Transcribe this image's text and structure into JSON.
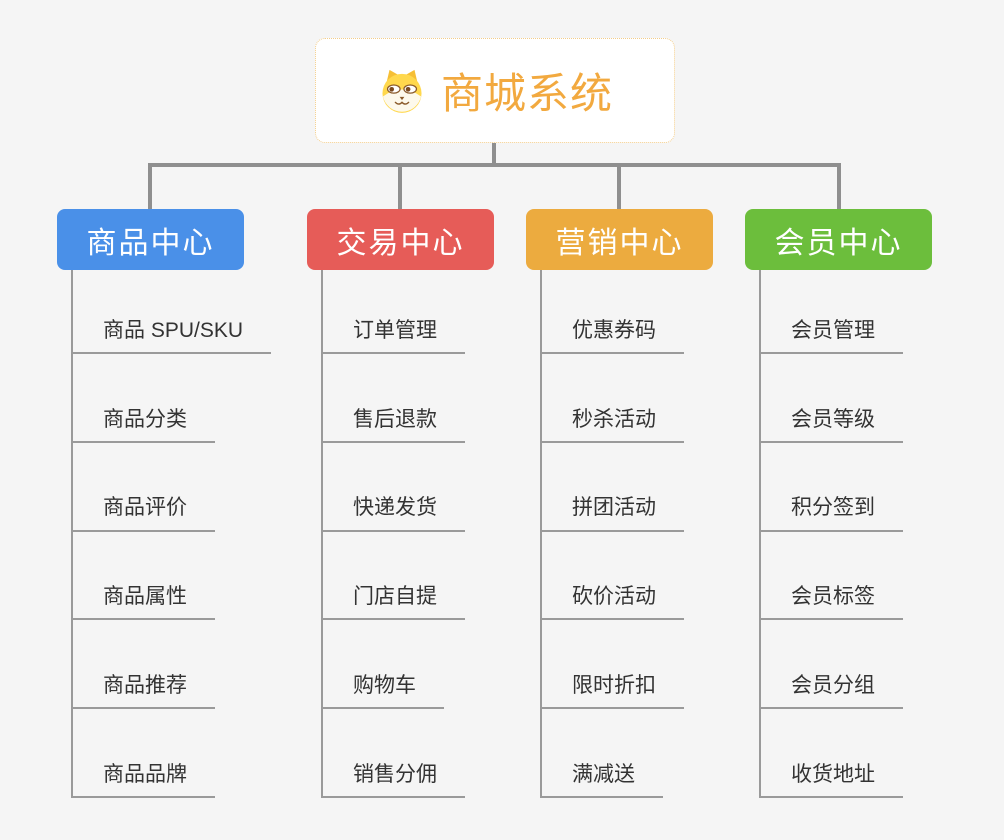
{
  "root": {
    "title": "商城系统",
    "icon": "dog-face-icon",
    "accent_color": "#f2a93f",
    "border_color": "#f3cd8a"
  },
  "connector_color": "#8f8f8f",
  "branches": [
    {
      "label": "商品中心",
      "color": "#4a90e8",
      "children": [
        "商品 SPU/SKU",
        "商品分类",
        "商品评价",
        "商品属性",
        "商品推荐",
        "商品品牌"
      ]
    },
    {
      "label": "交易中心",
      "color": "#e65c58",
      "children": [
        "订单管理",
        "售后退款",
        "快递发货",
        "门店自提",
        "购物车",
        "销售分佣"
      ]
    },
    {
      "label": "营销中心",
      "color": "#ecab3f",
      "children": [
        "优惠券码",
        "秒杀活动",
        "拼团活动",
        "砍价活动",
        "限时折扣",
        "满减送"
      ]
    },
    {
      "label": "会员中心",
      "color": "#6cbe3c",
      "children": [
        "会员管理",
        "会员等级",
        "积分签到",
        "会员标签",
        "会员分组",
        "收货地址"
      ]
    }
  ]
}
